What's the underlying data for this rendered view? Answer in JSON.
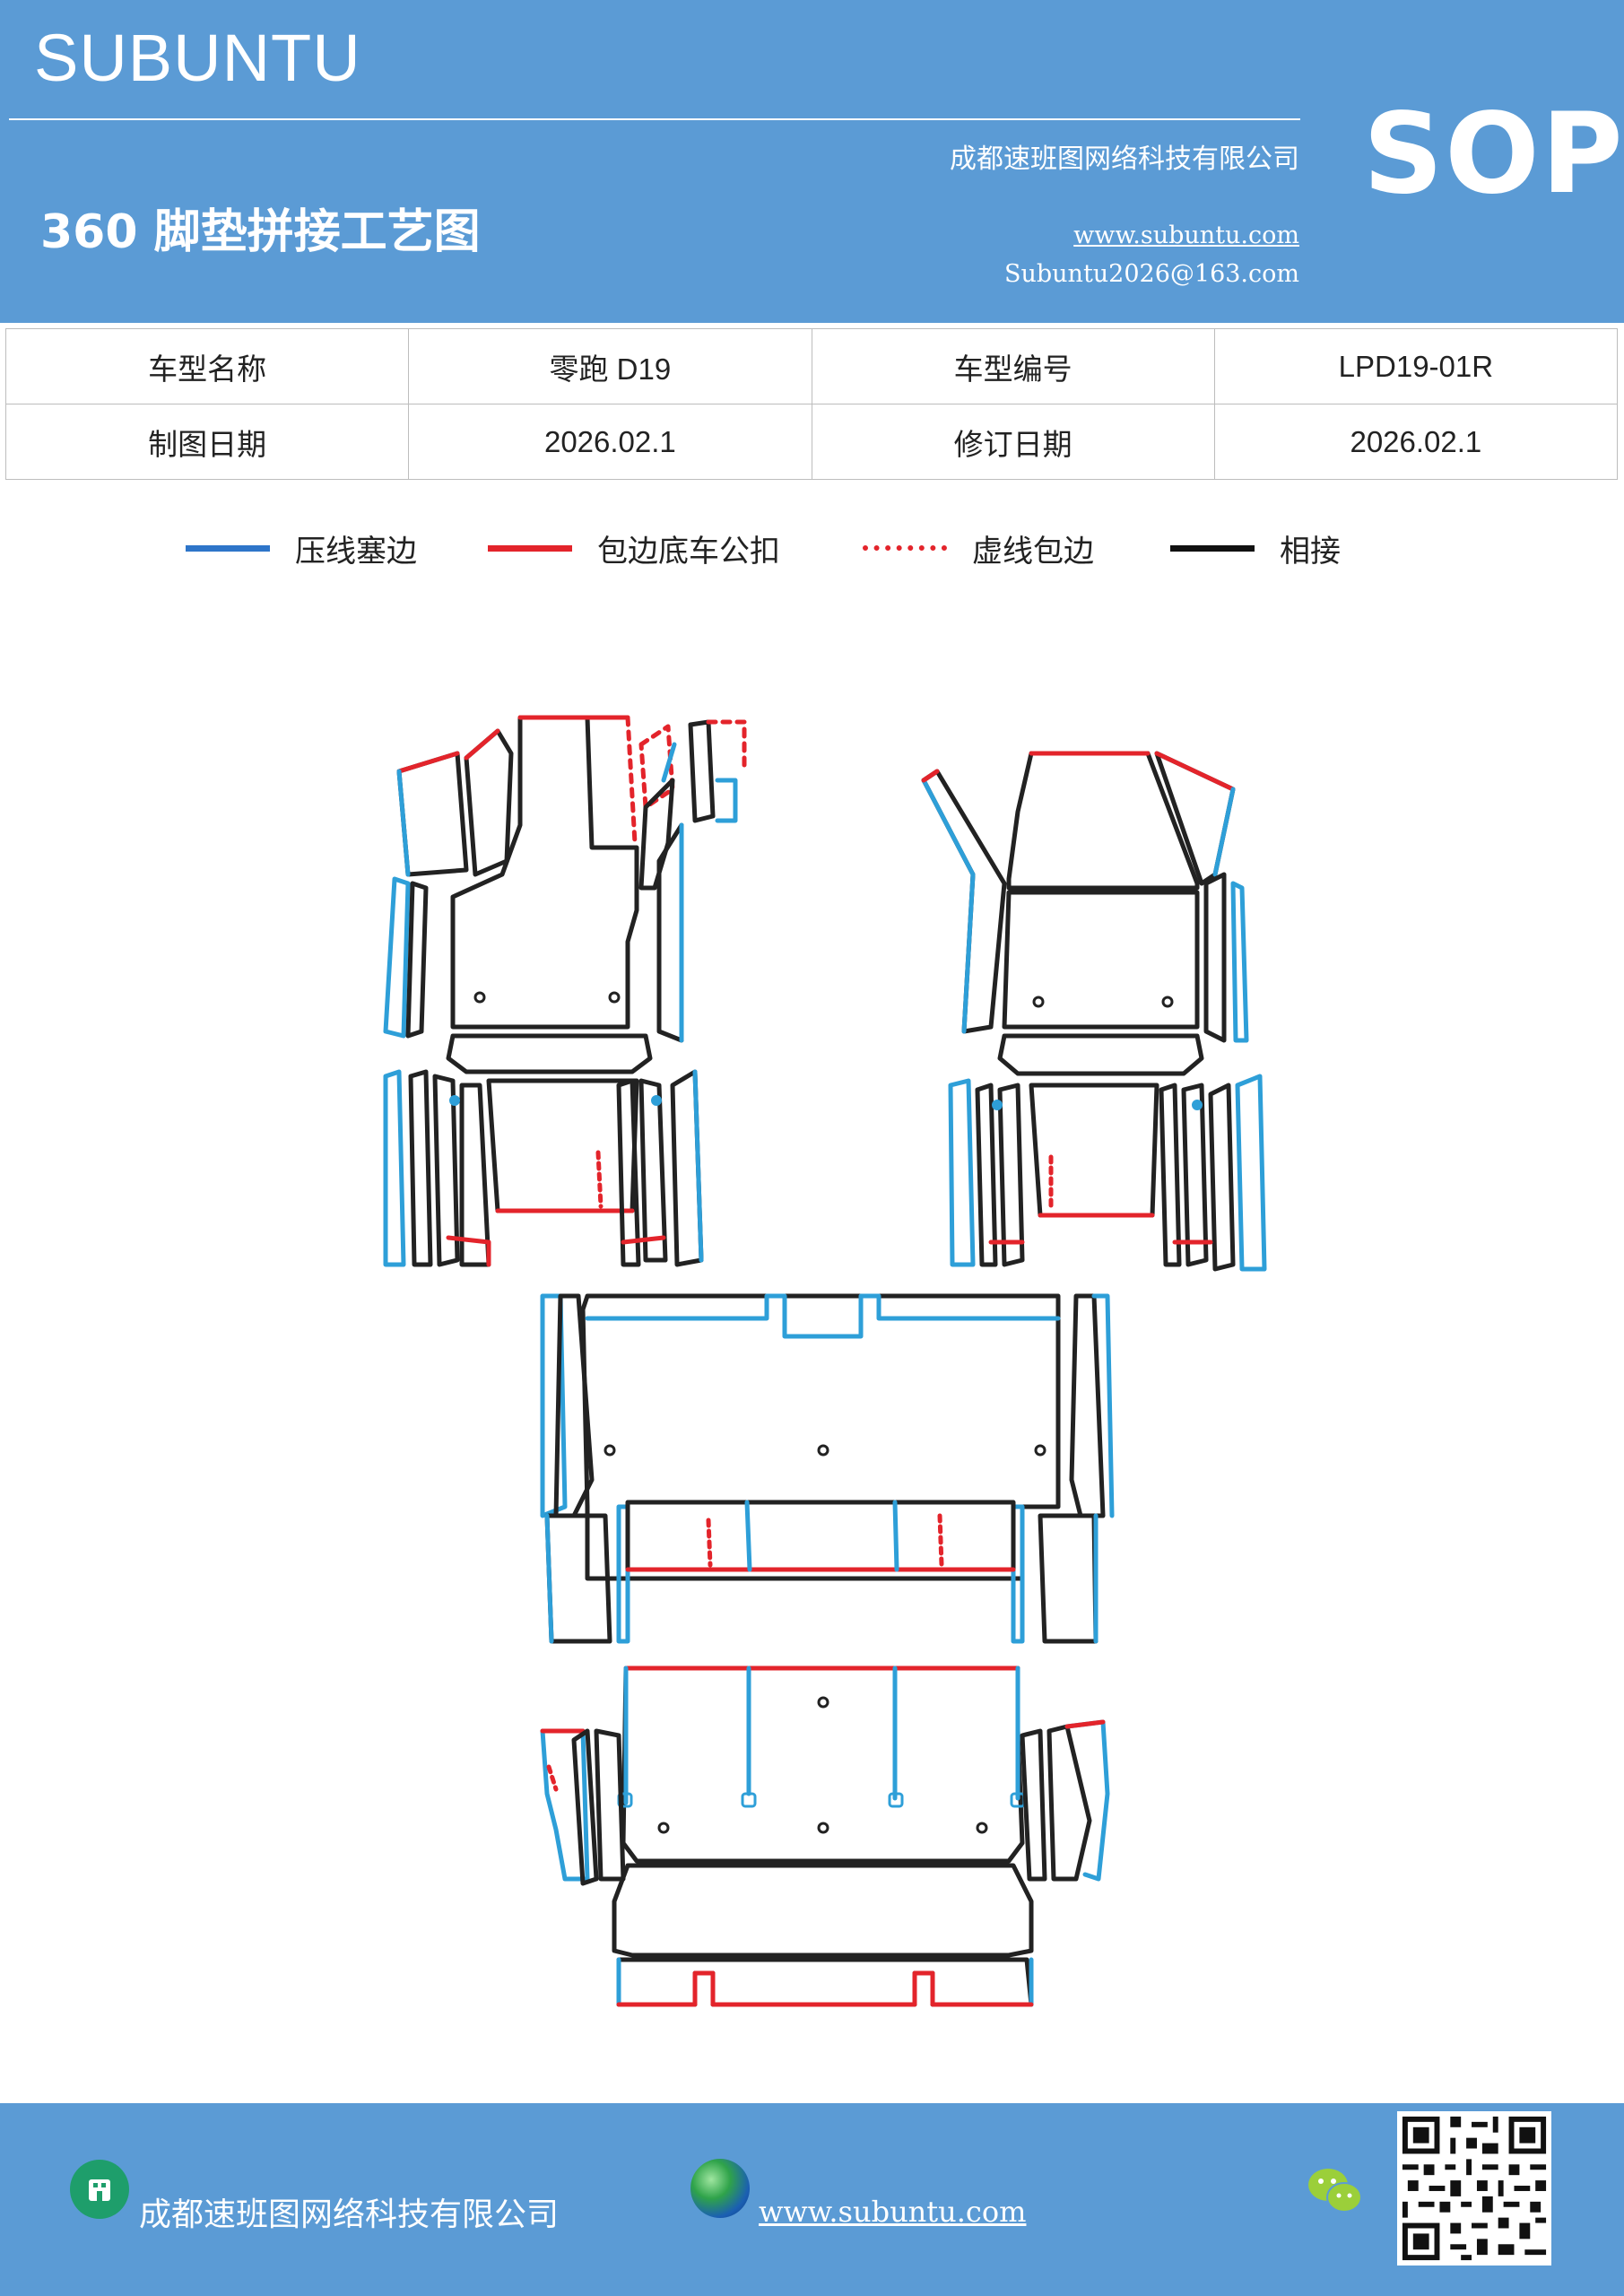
{
  "header": {
    "brand": "SUBUNTU",
    "company": "成都速班图网络科技有限公司",
    "title": "360 脚垫拼接工艺图",
    "website": "www.subuntu.com",
    "email": "Subuntu2026@163.com",
    "badge": "SOP"
  },
  "info": {
    "model_name_label": "车型名称",
    "model_name_value": "零跑 D19",
    "model_code_label": "车型编号",
    "model_code_value": "LPD19-01R",
    "draw_date_label": "制图日期",
    "draw_date_value": "2026.02.1",
    "revise_date_label": "修订日期",
    "revise_date_value": "2026.02.1"
  },
  "legend": [
    {
      "label": "压线塞边",
      "color": "#2e75c9",
      "style": "solid"
    },
    {
      "label": "包边底车公扣",
      "color": "#e3242b",
      "style": "solid"
    },
    {
      "label": "虚线包边",
      "color": "#e3242b",
      "style": "dotted"
    },
    {
      "label": "相接",
      "color": "#111111",
      "style": "solid"
    }
  ],
  "colors": {
    "header_bg": "#5b9bd5",
    "blue_line": "#2e75c9",
    "red_line": "#e3242b",
    "black_line": "#222222"
  },
  "footer": {
    "company": "成都速班图网络科技有限公司",
    "website": "www.subuntu.com",
    "icons": [
      "building-icon",
      "globe-icon",
      "wechat-icon",
      "qr-code"
    ]
  }
}
